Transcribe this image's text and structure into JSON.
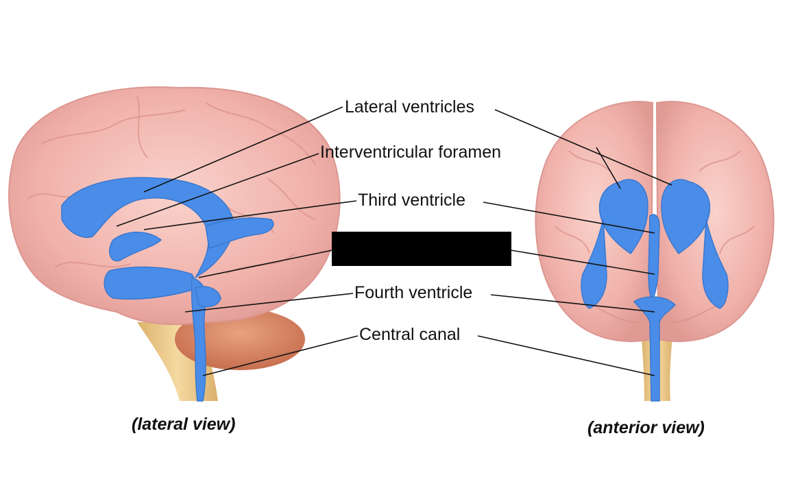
{
  "labels": {
    "lateral_ventricles": "Lateral ventricles",
    "interventricular_foramen": "Interventricular foramen",
    "third_ventricle": "Third ventricle",
    "fourth_ventricle": "Fourth ventricle",
    "central_canal": "Central canal"
  },
  "captions": {
    "lateral": "(lateral view)",
    "anterior": "(anterior view)"
  },
  "colors": {
    "ventricle": "#4a8de8",
    "brain": "#f2b6b0",
    "cerebellum": "#d9896a",
    "brainstem": "#e8c27a"
  }
}
